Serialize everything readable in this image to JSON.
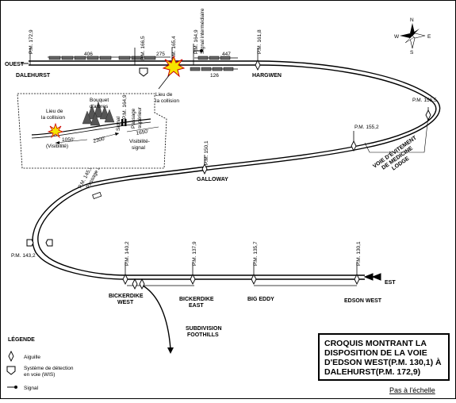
{
  "compass": {
    "n": "N",
    "s": "S",
    "e": "E",
    "w": "W"
  },
  "directions": {
    "west": "OUEST",
    "east": "EST"
  },
  "mileposts": {
    "pm_172_9": "P.M. 172,9",
    "pm_166_5": "P.M. 166,5",
    "pm_165_4": "P.M. 165,4",
    "pm_164_9": "P.M. 164,9",
    "signal_intermediaire": "Signal intermédiaire",
    "pm_161_8": "P.M. 161,8",
    "pm_156_5": "P.M. 156,5",
    "pm_155_2": "P.M. 155,2",
    "pm_150_1": "P.M. 150,1",
    "pm_145_9": "P.M. 145,9",
    "passage_a_niveau": "Passage à niveau",
    "pm_143_2": "P.M. 143,2",
    "pm_140_2": "P.M. 140,2",
    "pm_137_9": "P.M. 137,9",
    "pm_135_7": "P.M. 135,7",
    "pm_130_1": "P.M. 130,1"
  },
  "siding_lengths": {
    "a": "406",
    "b": "275",
    "c": "447",
    "d": "126"
  },
  "places": {
    "dalehurst": "DALEHURST",
    "hargwen": "HARGWEN",
    "galloway": "GALLOWAY",
    "voie_evitement": [
      "VOIE D'ÉVITEMENT",
      "DE MEDICINE",
      "LODGE"
    ],
    "bickerdike_west": [
      "BICKERDIKE",
      "WEST"
    ],
    "bickerdike_east": [
      "BICKERDIKE",
      "EAST"
    ],
    "big_eddy": "BIG EDDY",
    "edson_west": "EDSON WEST",
    "subdivision": [
      "SUBDIVISION",
      "FOOTHILLS"
    ]
  },
  "collision_label": [
    "Lieu de",
    "la collision"
  ],
  "inset": {
    "lieu_collision": [
      "Lieu de",
      "la collision"
    ],
    "bouquet": [
      "Bouquet",
      "d'arbres"
    ],
    "signal": "Signal",
    "pm_164_9": "P.M. 164,9",
    "passage_superieur": [
      "Passage",
      "supérieur"
    ],
    "d1050": "1050'",
    "visibilite_paren": "(Visibilité)",
    "d2300": "2300'",
    "d1650": "1650'",
    "visibilite_signal": [
      "Visibilité-",
      "signal"
    ]
  },
  "legend": {
    "title": "LÉGENDE",
    "aiguille": "Aiguille",
    "wis": [
      "Système de détection",
      "en voie (WIS)"
    ],
    "signal": "Signal"
  },
  "title_box": [
    "CROQUIS MONTRANT LA",
    "DISPOSITION DE LA VOIE",
    "D'EDSON WEST(P.M. 130,1) À",
    "DALEHURST(P.M. 172,9)"
  ],
  "scale_note": "Pas à l'échelle"
}
